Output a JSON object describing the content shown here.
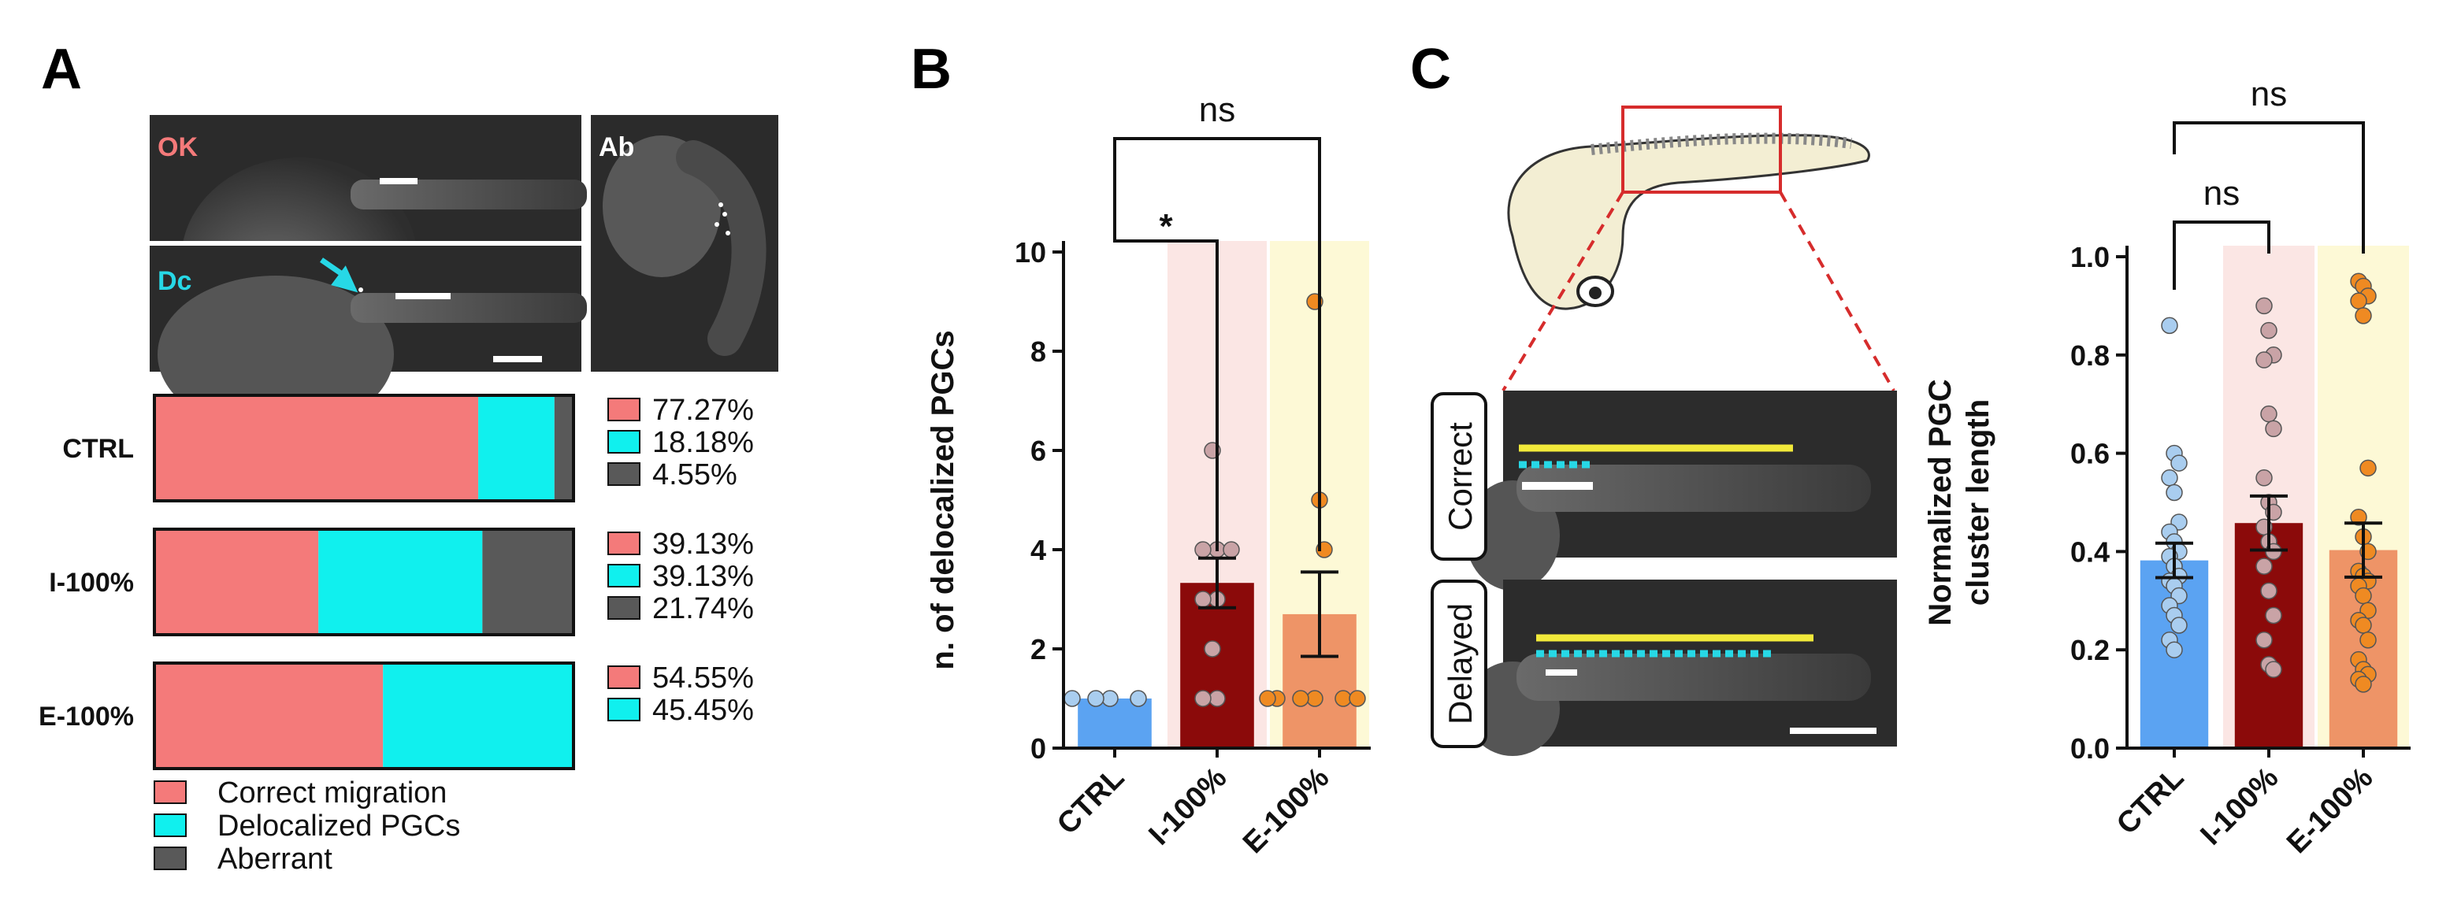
{
  "panels": {
    "a": "A",
    "b": "B",
    "c": "C"
  },
  "panel_a": {
    "image_labels": {
      "ok": "OK",
      "dc": "Dc",
      "ab": "Ab"
    },
    "legend": [
      "Correct migration",
      "Delocalized PGCs",
      "Aberrant"
    ],
    "colors": {
      "correct": "#f47a7a",
      "delocalized": "#10f0ee",
      "aberrant": "#595959"
    }
  },
  "panel_c": {
    "box_labels": {
      "correct": "Correct",
      "delayed": "Delayed"
    },
    "colors": {
      "long_line": "#f1e93a",
      "short_line": "#27d8e6",
      "zoom_box": "#d62c2c"
    }
  },
  "chart_data": [
    {
      "id": "A",
      "type": "bar",
      "orientation": "horizontal",
      "stacked": true,
      "categories": [
        "CTRL",
        "I-100%",
        "E-100%"
      ],
      "series": [
        {
          "name": "Correct migration",
          "values": [
            77.27,
            39.13,
            54.55
          ],
          "color": "#f47a7a"
        },
        {
          "name": "Delocalized PGCs",
          "values": [
            18.18,
            39.13,
            45.45
          ],
          "color": "#10f0ee"
        },
        {
          "name": "Aberrant",
          "values": [
            4.55,
            21.74,
            0
          ],
          "color": "#595959"
        }
      ],
      "value_labels": [
        [
          "77.27%",
          "18.18%",
          "4.55%"
        ],
        [
          "39.13%",
          "39.13%",
          "21.74%"
        ],
        [
          "54.55%",
          "45.45%"
        ]
      ],
      "xlim": [
        0,
        100
      ],
      "legend_position": "bottom-left"
    },
    {
      "id": "B",
      "type": "bar",
      "categories": [
        "CTRL",
        "I-100%",
        "E-100%"
      ],
      "values": [
        1.0,
        3.33,
        2.7
      ],
      "errors": [
        0,
        0.5,
        0.85
      ],
      "colors": [
        "#5ba3f2",
        "#8b0a0a",
        "#ee9467"
      ],
      "point_colors": [
        "#a9cdef",
        "#c9a3a6",
        "#ef8a22"
      ],
      "points": [
        [
          1,
          1,
          1,
          1
        ],
        [
          6,
          4,
          4,
          4,
          3,
          3,
          2,
          1,
          1
        ],
        [
          9,
          5,
          4,
          1,
          1,
          1,
          1,
          1,
          1
        ]
      ],
      "background_bands": [
        "",
        "#fbe6e4",
        "#fdf9d6"
      ],
      "ylabel": "n. of delocalized PGCs",
      "ylim": [
        0,
        10
      ],
      "yticks": [
        "0",
        "2",
        "4",
        "6",
        "8",
        "10"
      ],
      "comparisons": [
        {
          "from": "CTRL",
          "to": "I-100%",
          "label": "*"
        },
        {
          "from": "CTRL",
          "to": "E-100%",
          "label": "ns"
        }
      ]
    },
    {
      "id": "C",
      "type": "bar",
      "categories": [
        "CTRL",
        "I-100%",
        "E-100%"
      ],
      "values": [
        0.382,
        0.458,
        0.403
      ],
      "errors": [
        0.035,
        0.055,
        0.055
      ],
      "colors": [
        "#5ba3f2",
        "#8b0a0a",
        "#ee9467"
      ],
      "point_colors": [
        "#a9cdef",
        "#c9a3a6",
        "#ef8a22"
      ],
      "points": [
        [
          0.86,
          0.6,
          0.58,
          0.55,
          0.52,
          0.46,
          0.44,
          0.42,
          0.4,
          0.39,
          0.37,
          0.35,
          0.34,
          0.33,
          0.31,
          0.29,
          0.27,
          0.25,
          0.22,
          0.2
        ],
        [
          0.9,
          0.85,
          0.8,
          0.79,
          0.68,
          0.65,
          0.55,
          0.5,
          0.48,
          0.45,
          0.42,
          0.4,
          0.37,
          0.32,
          0.27,
          0.22,
          0.17,
          0.16
        ],
        [
          0.95,
          0.94,
          0.92,
          0.91,
          0.88,
          0.57,
          0.47,
          0.43,
          0.4,
          0.36,
          0.35,
          0.34,
          0.33,
          0.31,
          0.28,
          0.26,
          0.25,
          0.22,
          0.18,
          0.16,
          0.15,
          0.14,
          0.13
        ]
      ],
      "background_bands": [
        "",
        "#fbe6e4",
        "#fdf9d6"
      ],
      "ylabel": [
        "Normalized PGC",
        "cluster length"
      ],
      "ylim": [
        0,
        1.0
      ],
      "yticks": [
        "0.0",
        "0.2",
        "0.4",
        "0.6",
        "0.8",
        "1.0"
      ],
      "comparisons": [
        {
          "from": "CTRL",
          "to": "I-100%",
          "label": "ns"
        },
        {
          "from": "CTRL",
          "to": "E-100%",
          "label": "ns"
        }
      ]
    }
  ]
}
